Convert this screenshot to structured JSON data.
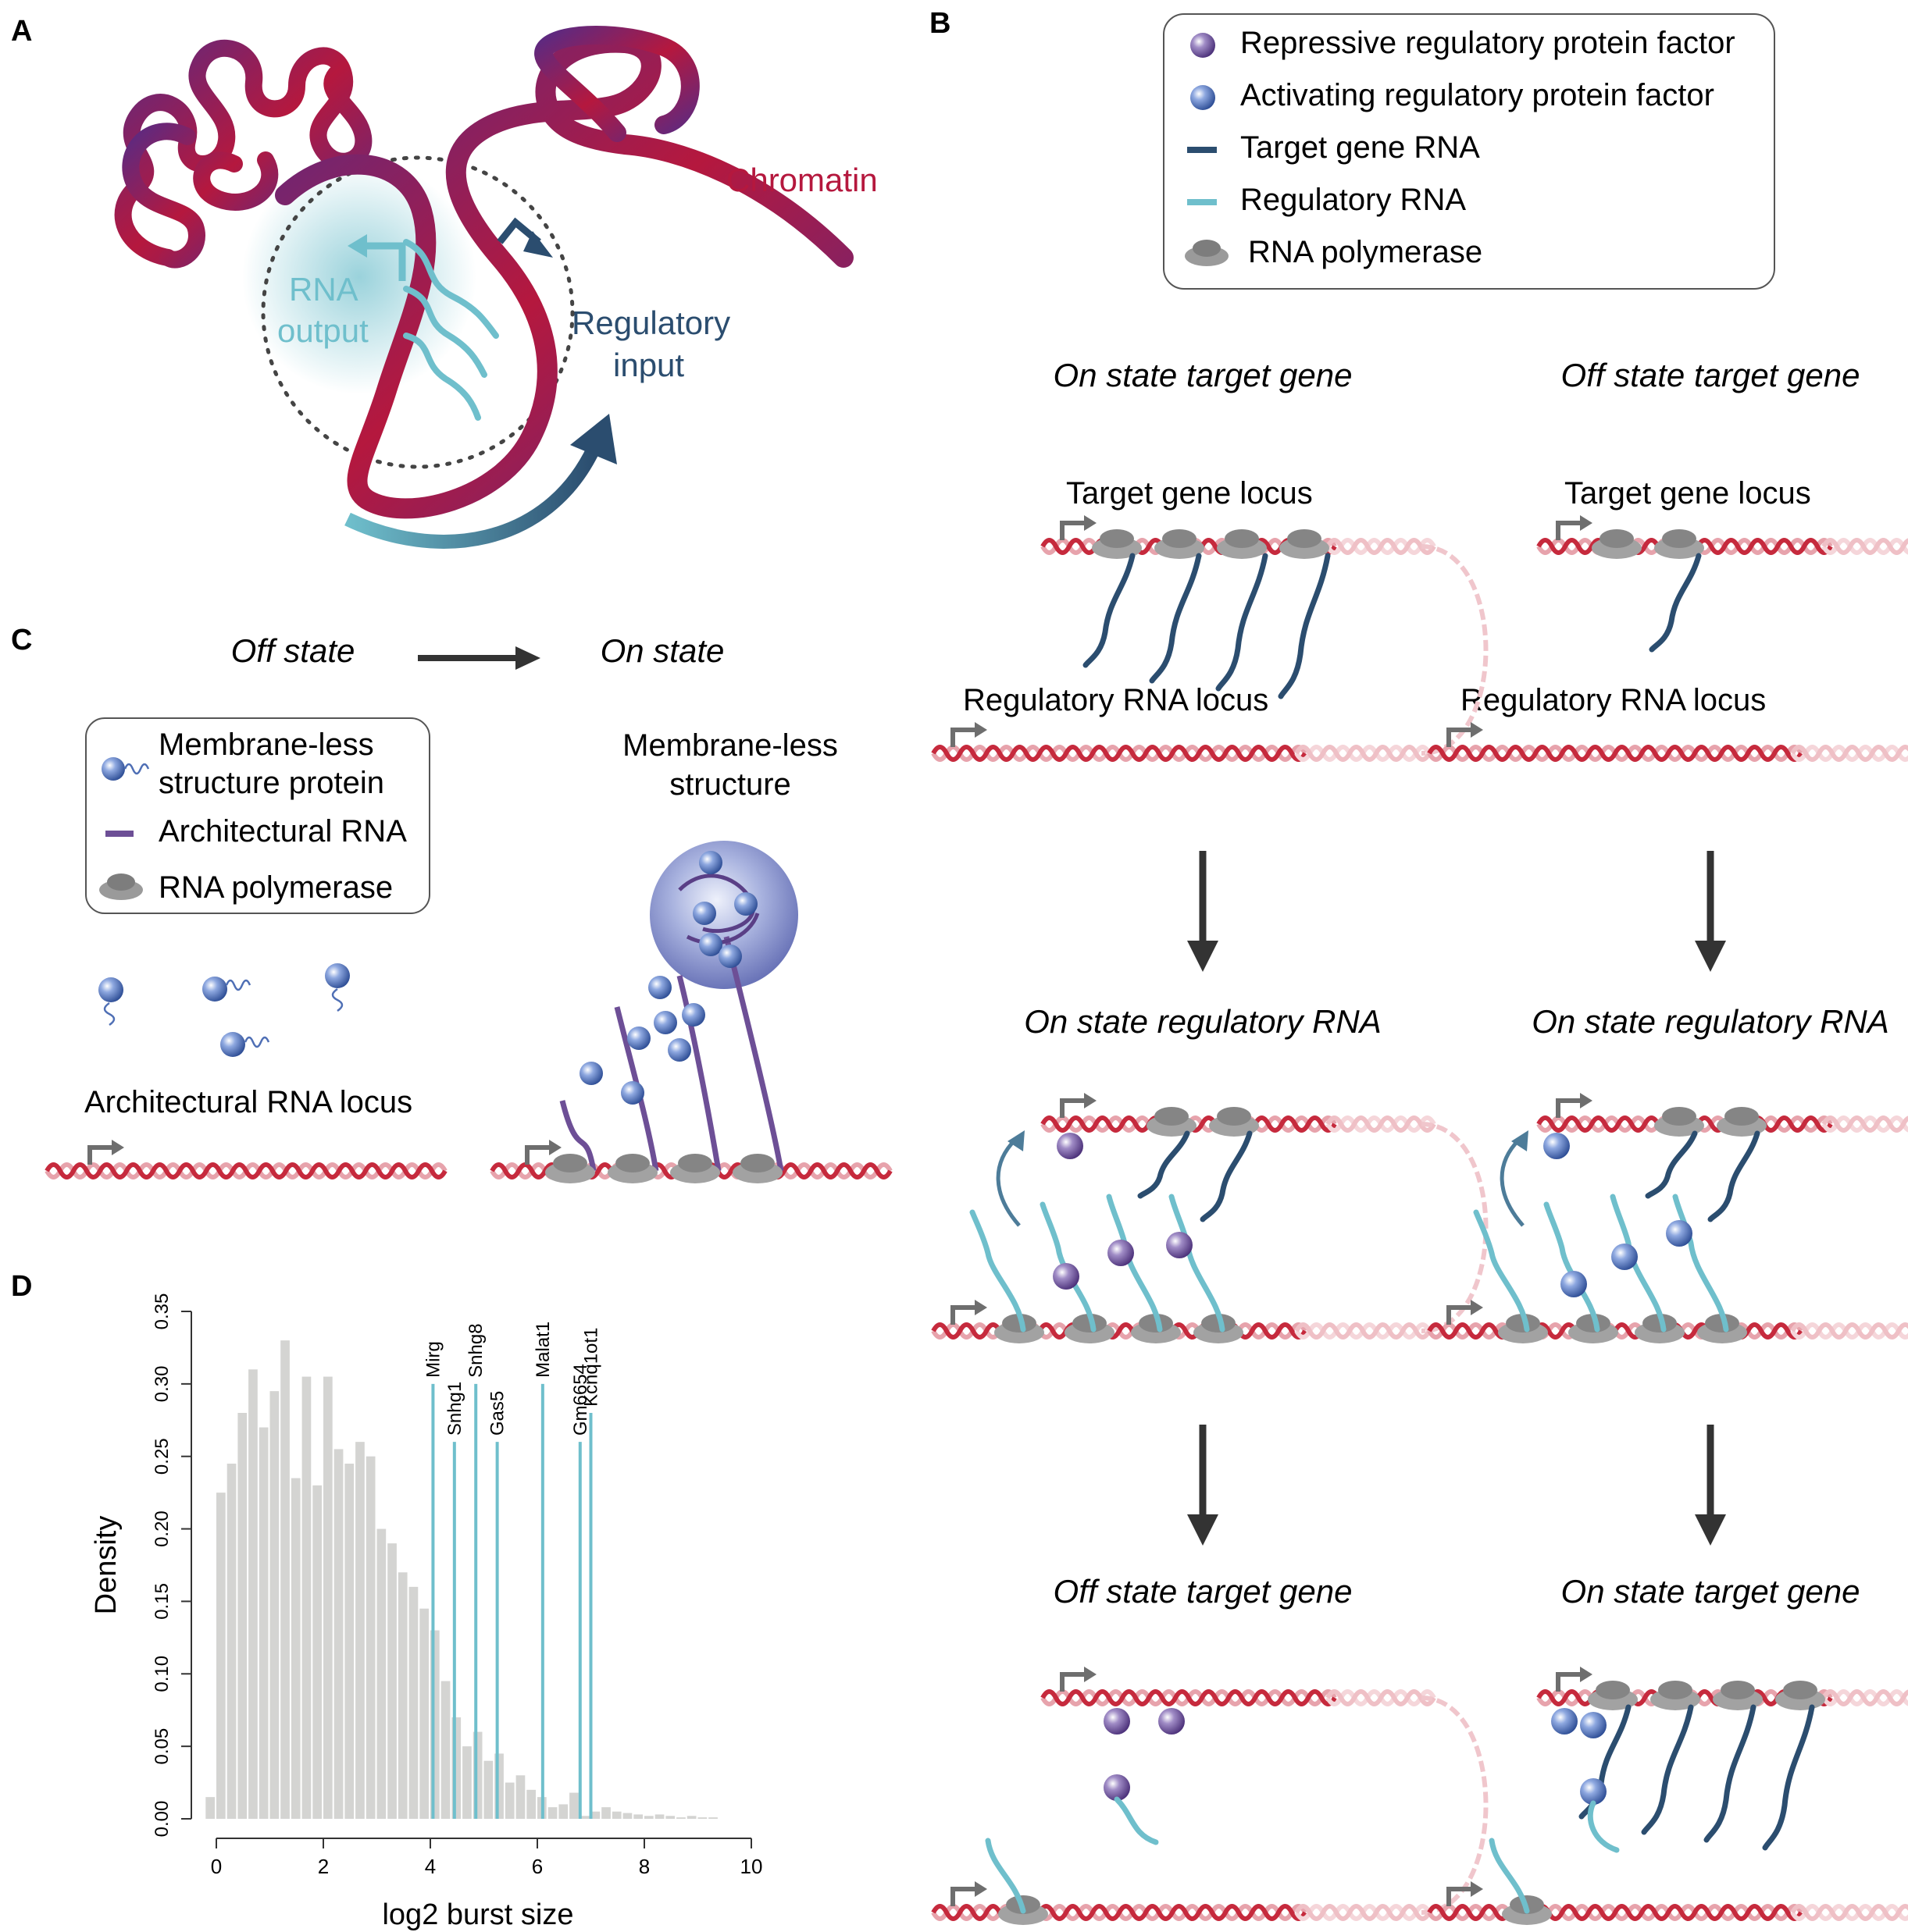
{
  "panels": {
    "A": "A",
    "B": "B",
    "C": "C",
    "D": "D"
  },
  "colors": {
    "chromatin_red": "#b5183e",
    "chromatin_purple": "#5b2a82",
    "cyan": "#6fbfcc",
    "navy": "#2b4d6f",
    "repressive": "#6d4f96",
    "activating": "#4f6fb5",
    "dna_dark": "#c62a3d",
    "dna_light": "#e7a3ac",
    "grey_bar": "#d4d4d2",
    "text_red": "#b5183e"
  },
  "panel_a": {
    "chromatin": "Chromatin",
    "rna_output_1": "RNA",
    "rna_output_2": "output",
    "regulatory_input_1": "Regulatory",
    "regulatory_input_2": "input"
  },
  "panel_b": {
    "legend": [
      {
        "label": "Repressive regulatory protein factor",
        "icon": "repressive-protein-icon"
      },
      {
        "label": "Activating regulatory protein factor",
        "icon": "activating-protein-icon"
      },
      {
        "label": "Target gene RNA",
        "icon": "target-rna-icon"
      },
      {
        "label": "Regulatory RNA",
        "icon": "regulatory-rna-icon"
      },
      {
        "label": "RNA polymerase",
        "icon": "polymerase-icon"
      }
    ],
    "col_left_title": "On state target gene",
    "col_right_title": "Off state target gene",
    "target_locus": "Target gene locus",
    "regulatory_locus": "Regulatory RNA locus",
    "mid_left_title": "On state regulatory RNA",
    "mid_right_title": "On state regulatory RNA",
    "bottom_left_title": "Off state target gene",
    "bottom_right_title": "On state target gene"
  },
  "panel_c": {
    "off_state": "Off state",
    "on_state": "On state",
    "legend": [
      {
        "label_1": "Membrane-less",
        "label_2": "structure protein",
        "icon": "membraneless-protein-icon"
      },
      {
        "label_1": "Architectural RNA",
        "label_2": "",
        "icon": "architectural-rna-icon"
      },
      {
        "label_1": "RNA polymerase",
        "label_2": "",
        "icon": "polymerase-icon"
      }
    ],
    "structure_1": "Membrane-less",
    "structure_2": "structure",
    "locus": "Architectural RNA locus"
  },
  "chart_data": {
    "type": "bar",
    "title": "",
    "xlabel": "log2 burst size",
    "ylabel": "Density",
    "xlim": [
      0,
      10
    ],
    "ylim": [
      0,
      0.35
    ],
    "x_ticks": [
      "0",
      "2",
      "4",
      "6",
      "8",
      "10"
    ],
    "y_ticks": [
      "0.00",
      "0.05",
      "0.10",
      "0.15",
      "0.20",
      "0.25",
      "0.30",
      "0.35"
    ],
    "bin_width": 0.2,
    "bin_start": -0.2,
    "values": [
      0.015,
      0.225,
      0.245,
      0.28,
      0.31,
      0.27,
      0.295,
      0.33,
      0.235,
      0.305,
      0.23,
      0.305,
      0.255,
      0.245,
      0.26,
      0.25,
      0.2,
      0.19,
      0.17,
      0.16,
      0.145,
      0.13,
      0.095,
      0.07,
      0.05,
      0.06,
      0.04,
      0.045,
      0.025,
      0.03,
      0.02,
      0.015,
      0.008,
      0.01,
      0.018,
      0.002,
      0.005,
      0.008,
      0.005,
      0.004,
      0.003,
      0.002,
      0.003,
      0.002,
      0.001,
      0.002,
      0.001,
      0.001
    ],
    "annotations": [
      {
        "label": "Mirg",
        "x": 4.05,
        "top": 0.3
      },
      {
        "label": "Snhg1",
        "x": 4.45,
        "top": 0.26
      },
      {
        "label": "Snhg8",
        "x": 4.85,
        "top": 0.3
      },
      {
        "label": "Gas5",
        "x": 5.25,
        "top": 0.26
      },
      {
        "label": "Malat1",
        "x": 6.1,
        "top": 0.3
      },
      {
        "label": "Gm6654",
        "x": 6.8,
        "top": 0.26
      },
      {
        "label": "Kcnq1ot1",
        "x": 7.0,
        "top": 0.28
      }
    ]
  }
}
